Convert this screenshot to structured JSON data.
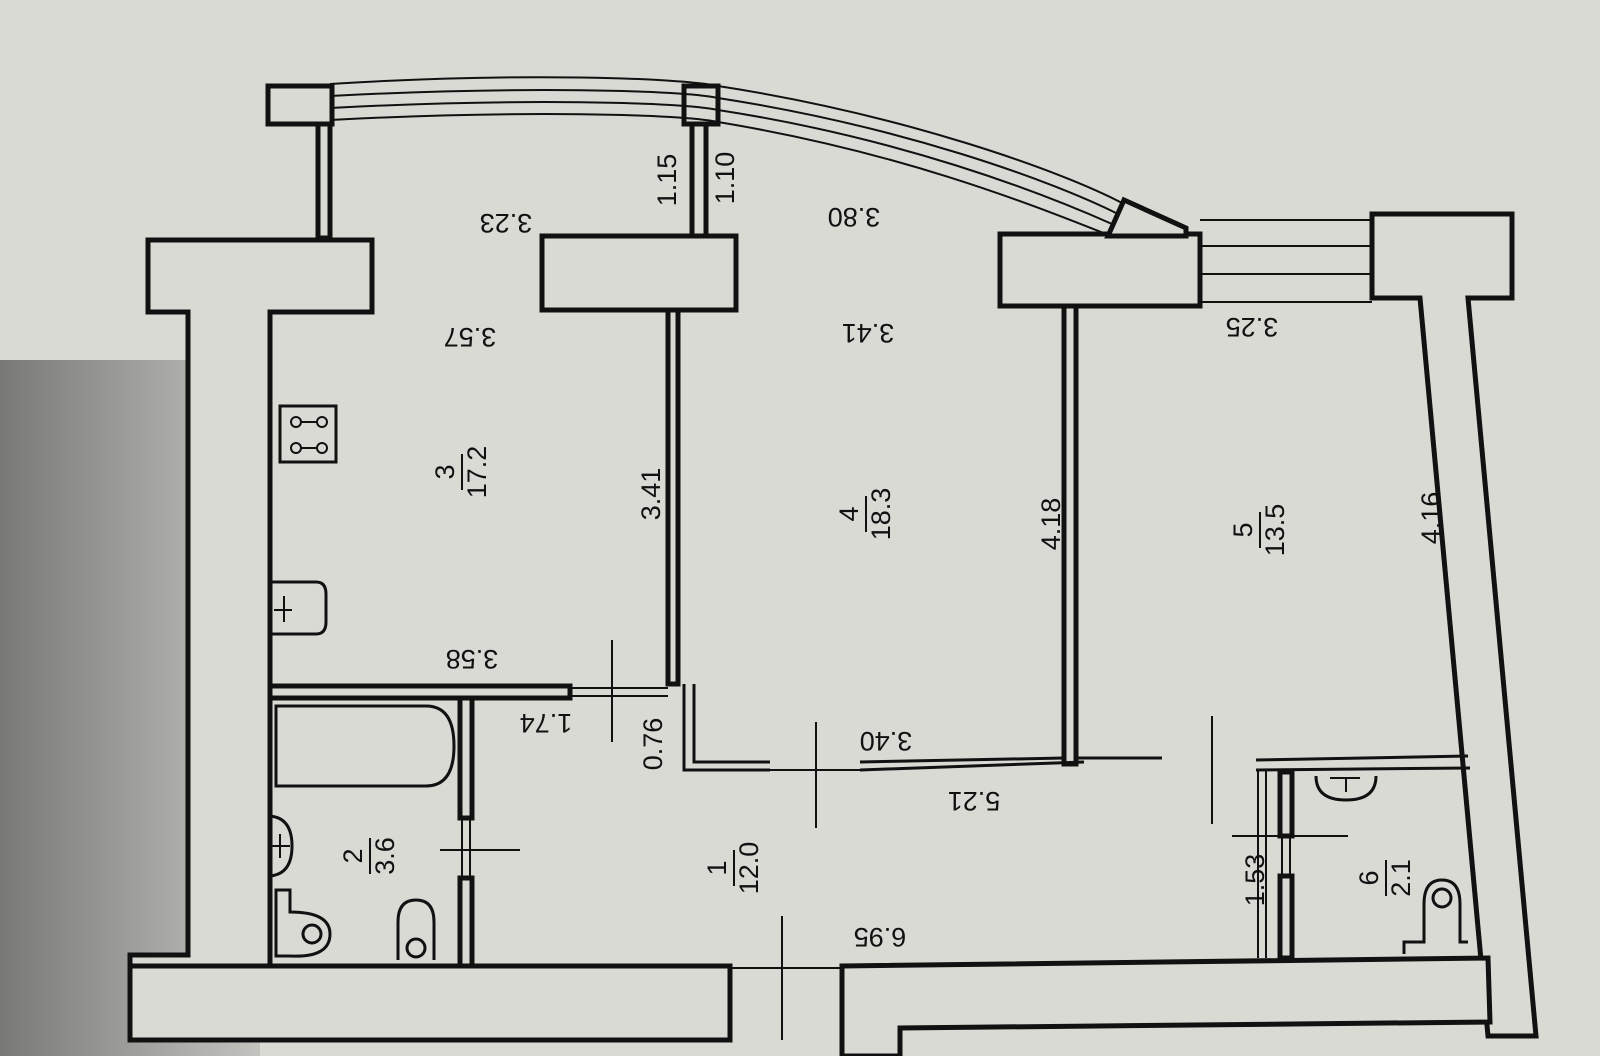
{
  "rooms": [
    {
      "number": "1",
      "area": "12.0"
    },
    {
      "number": "2",
      "area": "3.6"
    },
    {
      "number": "3",
      "area": "17.2"
    },
    {
      "number": "4",
      "area": "18.3"
    },
    {
      "number": "5",
      "area": "13.5"
    },
    {
      "number": "6",
      "area": "2.1"
    }
  ],
  "dimensions": {
    "d_3_23": "3.23",
    "d_3_80": "3.80",
    "d_1_15": "1.15",
    "d_1_10": "1.10",
    "d_3_57": "3.57",
    "d_3_41_top": "3.41",
    "d_3_25": "3.25",
    "d_3_41_side": "3.41",
    "d_4_18": "4.18",
    "d_4_16": "4.16",
    "d_3_58": "3.58",
    "d_1_74": "1.74",
    "d_0_76": "0.76",
    "d_3_40": "3.40",
    "d_5_21": "5.21",
    "d_1_53": "1.53",
    "d_6_95": "6.95"
  }
}
